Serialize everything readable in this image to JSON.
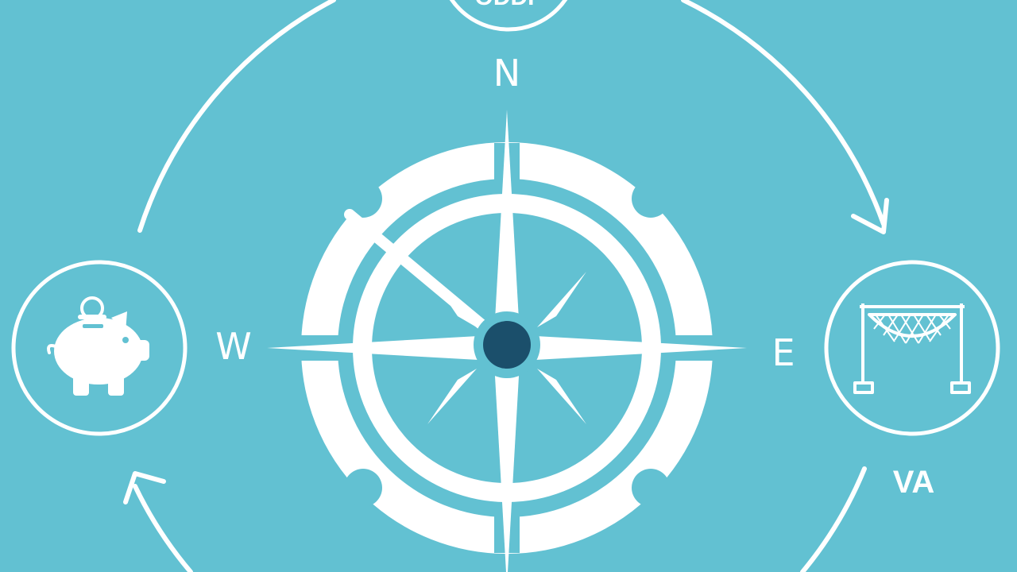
{
  "colors": {
    "background": "#62c1d2",
    "foreground": "#ffffff",
    "center": "#1b4f6b"
  },
  "compass": {
    "north": "N",
    "west": "W",
    "east": "E"
  },
  "nodes": {
    "top": {
      "label": "ODDF",
      "icon": "partial-circle-icon"
    },
    "left": {
      "label": "",
      "icon": "piggy-bank-icon"
    },
    "right": {
      "label": "VA",
      "icon": "safety-net-icon"
    }
  }
}
